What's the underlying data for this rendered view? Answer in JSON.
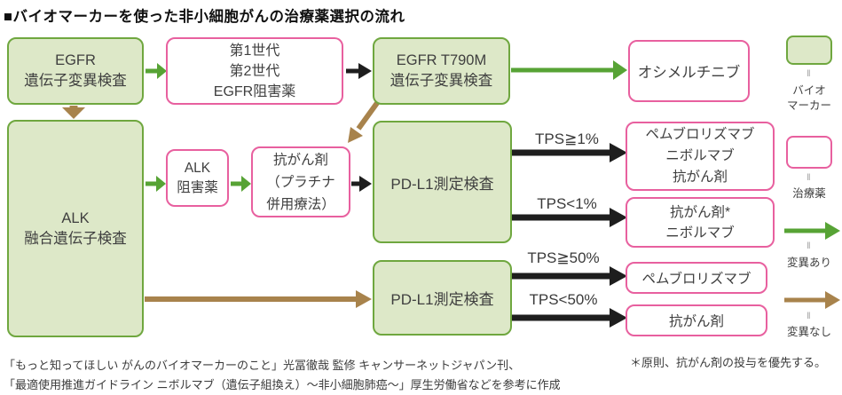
{
  "title": "■バイオマーカーを使った非小細胞がんの治療薬選択の流れ",
  "nodes": {
    "egfr_test": "EGFR\n遺伝子変異検査",
    "gen_inhibitors": "第1世代\n第2世代\nEGFR阻害薬",
    "t790m_test": "EGFR T790M\n遺伝子変異検査",
    "osimertinib": "オシメルチニブ",
    "alk_test": "ALK\n融合遺伝子検査",
    "alk_inhibitor": "ALK\n阻害薬",
    "chemo_platinum": "抗がん剤\n（プラチナ\n併用療法）",
    "pdl1_test_1": "PD-L1測定検査",
    "pembro_nivo_chemo": "ペムブロリズマブ\nニボルマブ\n抗がん剤",
    "chemo_nivo": "抗がん剤*\nニボルマブ",
    "pdl1_test_2": "PD-L1測定検査",
    "pembrolizumab": "ペムブロリズマブ",
    "chemo": "抗がん剤"
  },
  "labels": {
    "tps_ge1": "TPS≧1%",
    "tps_lt1": "TPS<1%",
    "tps_ge50": "TPS≧50%",
    "tps_lt50": "TPS<50%"
  },
  "legend": {
    "equals": "‖",
    "biomarker": "バイオ\nマーカー",
    "drug": "治療薬",
    "mutation_positive": "変異あり",
    "mutation_negative": "変異なし"
  },
  "footnote": "＊原則、抗がん剤の投与を優先する。",
  "sources": [
    "「もっと知ってほしい がんのバイオマーカーのこと」光冨徹哉 監修 キャンサーネットジャパン刊、",
    "「最適使用推進ガイドライン ニボルマブ（遺伝子組換え）～非小細胞肺癌～」厚生労働省などを参考に作成"
  ],
  "colors": {
    "biomarker_fill": "#dde8c8",
    "biomarker_border": "#6fa73f",
    "drug_border": "#e8609f",
    "drug_fill": "#ffffff",
    "arrow_mutation_positive_green": "#57a335",
    "arrow_mutation_negative_brown": "#a8834c",
    "arrow_black": "#1e1e1e",
    "text": "#3f3f3f"
  }
}
